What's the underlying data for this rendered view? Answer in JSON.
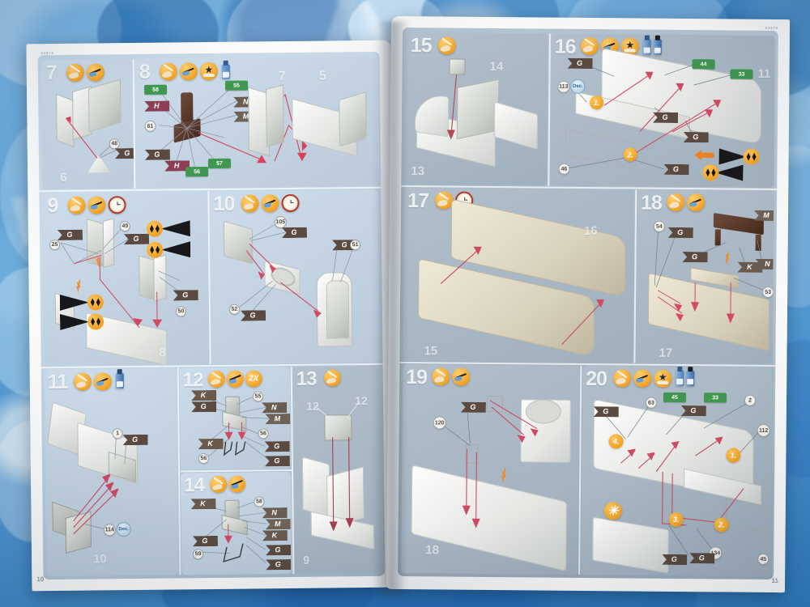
{
  "meta": {
    "scene": "photograph of an open model-kit instruction booklet lying on blue floral fabric",
    "background_color": "#4e96d2",
    "paper_color": "#fbfbfa",
    "panel_color_left": "#c3d6e6",
    "panel_color_right": "#a9bbc8"
  },
  "left_page": {
    "header_code": "03976",
    "page_number": "10",
    "steps": [
      {
        "number": "7",
        "tools": [
          "knife-icon",
          "glue-brush-icon"
        ],
        "sub_numbers": [
          "6"
        ],
        "part_numbers": [
          "48"
        ],
        "flags": [
          "G"
        ]
      },
      {
        "number": "8",
        "tools": [
          "knife-icon",
          "glue-brush-icon",
          "star-stamp-icon",
          "paint-bottle-icon"
        ],
        "sub_numbers": [
          "7",
          "5"
        ],
        "part_numbers": [
          "61"
        ],
        "flags": [
          "N",
          "M",
          "G"
        ],
        "paint_flags": [
          "H"
        ],
        "decal_flags": [
          "58",
          "55",
          "56",
          "57"
        ]
      },
      {
        "number": "9",
        "tools": [
          "knife-icon",
          "glue-brush-icon",
          "clock-icon"
        ],
        "sub_numbers": [
          "8"
        ],
        "part_numbers": [
          "25",
          "49",
          "50"
        ],
        "flags": [
          "G",
          "G",
          "G"
        ]
      },
      {
        "number": "10",
        "tools": [
          "knife-icon",
          "glue-brush-icon",
          "clock-icon"
        ],
        "part_numbers": [
          "105",
          "51",
          "52"
        ],
        "flags": [
          "G",
          "G",
          "G",
          "G"
        ]
      },
      {
        "number": "11",
        "tools": [
          "knife-icon",
          "glue-brush-icon",
          "paint-bottle-icon"
        ],
        "sub_numbers": [
          "10"
        ],
        "part_numbers": [
          "1",
          "114"
        ],
        "flags": [
          "G"
        ],
        "decal_flags": [
          "Dec."
        ]
      },
      {
        "number": "12",
        "tools": [
          "knife-icon",
          "glue-brush-icon",
          "2x-badge"
        ],
        "badge": "2X",
        "part_numbers": [
          "55",
          "56",
          "56"
        ],
        "flags": [
          "K",
          "G",
          "N",
          "M",
          "K",
          "G",
          "G"
        ]
      },
      {
        "number": "13",
        "tools": [
          "knife-icon"
        ],
        "sub_numbers": [
          "12",
          "12",
          "9"
        ]
      },
      {
        "number": "14",
        "tools": [
          "knife-icon",
          "glue-brush-icon"
        ],
        "part_numbers": [
          "58",
          "59"
        ],
        "flags": [
          "K",
          "N",
          "M",
          "K",
          "G",
          "G",
          "G"
        ]
      }
    ]
  },
  "right_page": {
    "header_code": "03976",
    "page_number": "11",
    "steps": [
      {
        "number": "15",
        "tools": [
          "knife-icon"
        ],
        "sub_numbers": [
          "14",
          "13"
        ]
      },
      {
        "number": "16",
        "tools": [
          "knife-icon",
          "glue-brush-icon",
          "star-stamp-icon",
          "paint-bottle-icon",
          "paint-bottle-icon"
        ],
        "sub_numbers": [
          "11"
        ],
        "part_numbers": [
          "113",
          "46"
        ],
        "order_numbers": [
          "1.",
          "2."
        ],
        "flags": [
          "G",
          "G",
          "G",
          "G"
        ],
        "decal_flags": [
          "44",
          "33",
          "Dec."
        ]
      },
      {
        "number": "17",
        "tools": [
          "knife-icon",
          "clock-icon"
        ],
        "sub_numbers": [
          "16",
          "15"
        ]
      },
      {
        "number": "18",
        "tools": [
          "knife-icon",
          "glue-brush-icon"
        ],
        "sub_numbers": [
          "17"
        ],
        "part_numbers": [
          "54",
          "53"
        ],
        "flags": [
          "M",
          "G",
          "G",
          "K",
          "N"
        ]
      },
      {
        "number": "19",
        "tools": [
          "knife-icon",
          "glue-brush-icon"
        ],
        "sub_numbers": [
          "18"
        ],
        "part_numbers": [
          "120"
        ],
        "flags": [
          "G"
        ]
      },
      {
        "number": "20",
        "tools": [
          "knife-icon",
          "glue-brush-icon",
          "star-stamp-icon",
          "paint-bottle-icon",
          "paint-bottle-icon"
        ],
        "part_numbers": [
          "63",
          "2",
          "112",
          "134",
          "45"
        ],
        "order_numbers": [
          "1.",
          "2.",
          "3.",
          "4."
        ],
        "flags": [
          "G",
          "G",
          "G",
          "G",
          "G",
          "G"
        ],
        "decal_flags": [
          "45",
          "33"
        ],
        "marker": "asterisk-icon"
      }
    ]
  }
}
